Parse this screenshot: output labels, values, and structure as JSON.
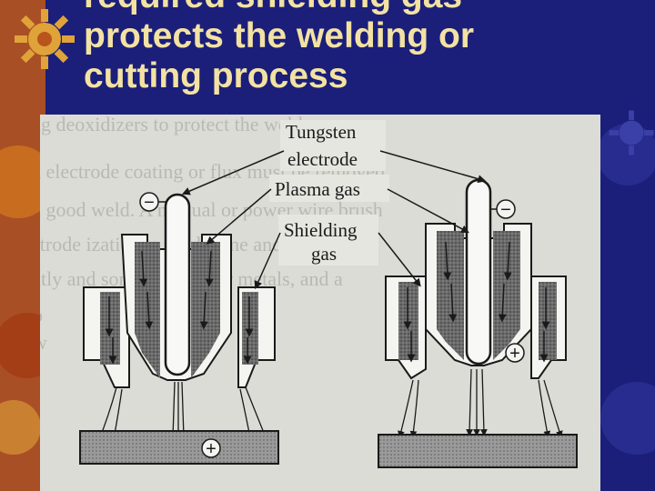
{
  "slide": {
    "title_lines": [
      "required shielding gas",
      "protects the welding or",
      "cutting process"
    ]
  },
  "diagram": {
    "labels": {
      "tungsten_line1": "Tungsten",
      "tungsten_line2": "electrode",
      "plasma_gas": "Plasma gas",
      "shielding_line1": "Shielding",
      "shielding_line2": "gas"
    },
    "background_text_lines": [
      "ng deoxidizers to protect the weld",
      "d electrode coating or flux must be removed",
      "n good weld. A manual or power wire brush",
      "ctrode     ization, a sand stone and",
      "ntly and sometimes other metals, and a",
      "o",
      "w"
    ],
    "polarity_symbols": {
      "negative": "−",
      "positive": "+"
    }
  },
  "colors": {
    "background": "#1b1f7a",
    "title": "#f3e2a2",
    "paper": "#dcdcd6",
    "ink": "#1a1a1a"
  }
}
